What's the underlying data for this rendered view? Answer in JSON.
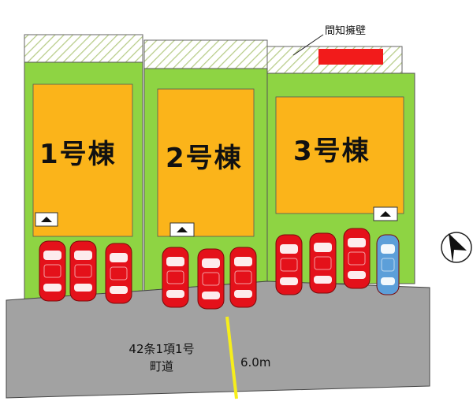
{
  "lots": [
    {
      "name": "1号棟",
      "cars": [
        "red",
        "red",
        "red"
      ]
    },
    {
      "name": "2号棟",
      "cars": [
        "red",
        "red",
        "red"
      ]
    },
    {
      "name": "3号棟",
      "cars": [
        "red",
        "red",
        "red",
        "blue"
      ]
    }
  ],
  "road": {
    "type_line1": "42条1項1号",
    "type_line2": "町道",
    "width": "6.0m"
  },
  "retaining_wall_label": "間知擁壁",
  "colors": {
    "lot_green": "#8ed443",
    "house_orange": "#fbb41a",
    "car_red": "#e4111a",
    "car_blue": "#5c9fd9",
    "road_gray": "#a2a2a2",
    "road_line": "#f6ee1b",
    "wall_red": "#f21b1b",
    "hatch": "#b7cc88"
  },
  "icons": [
    "north-arrow-icon",
    "entrance-marker-icon"
  ]
}
